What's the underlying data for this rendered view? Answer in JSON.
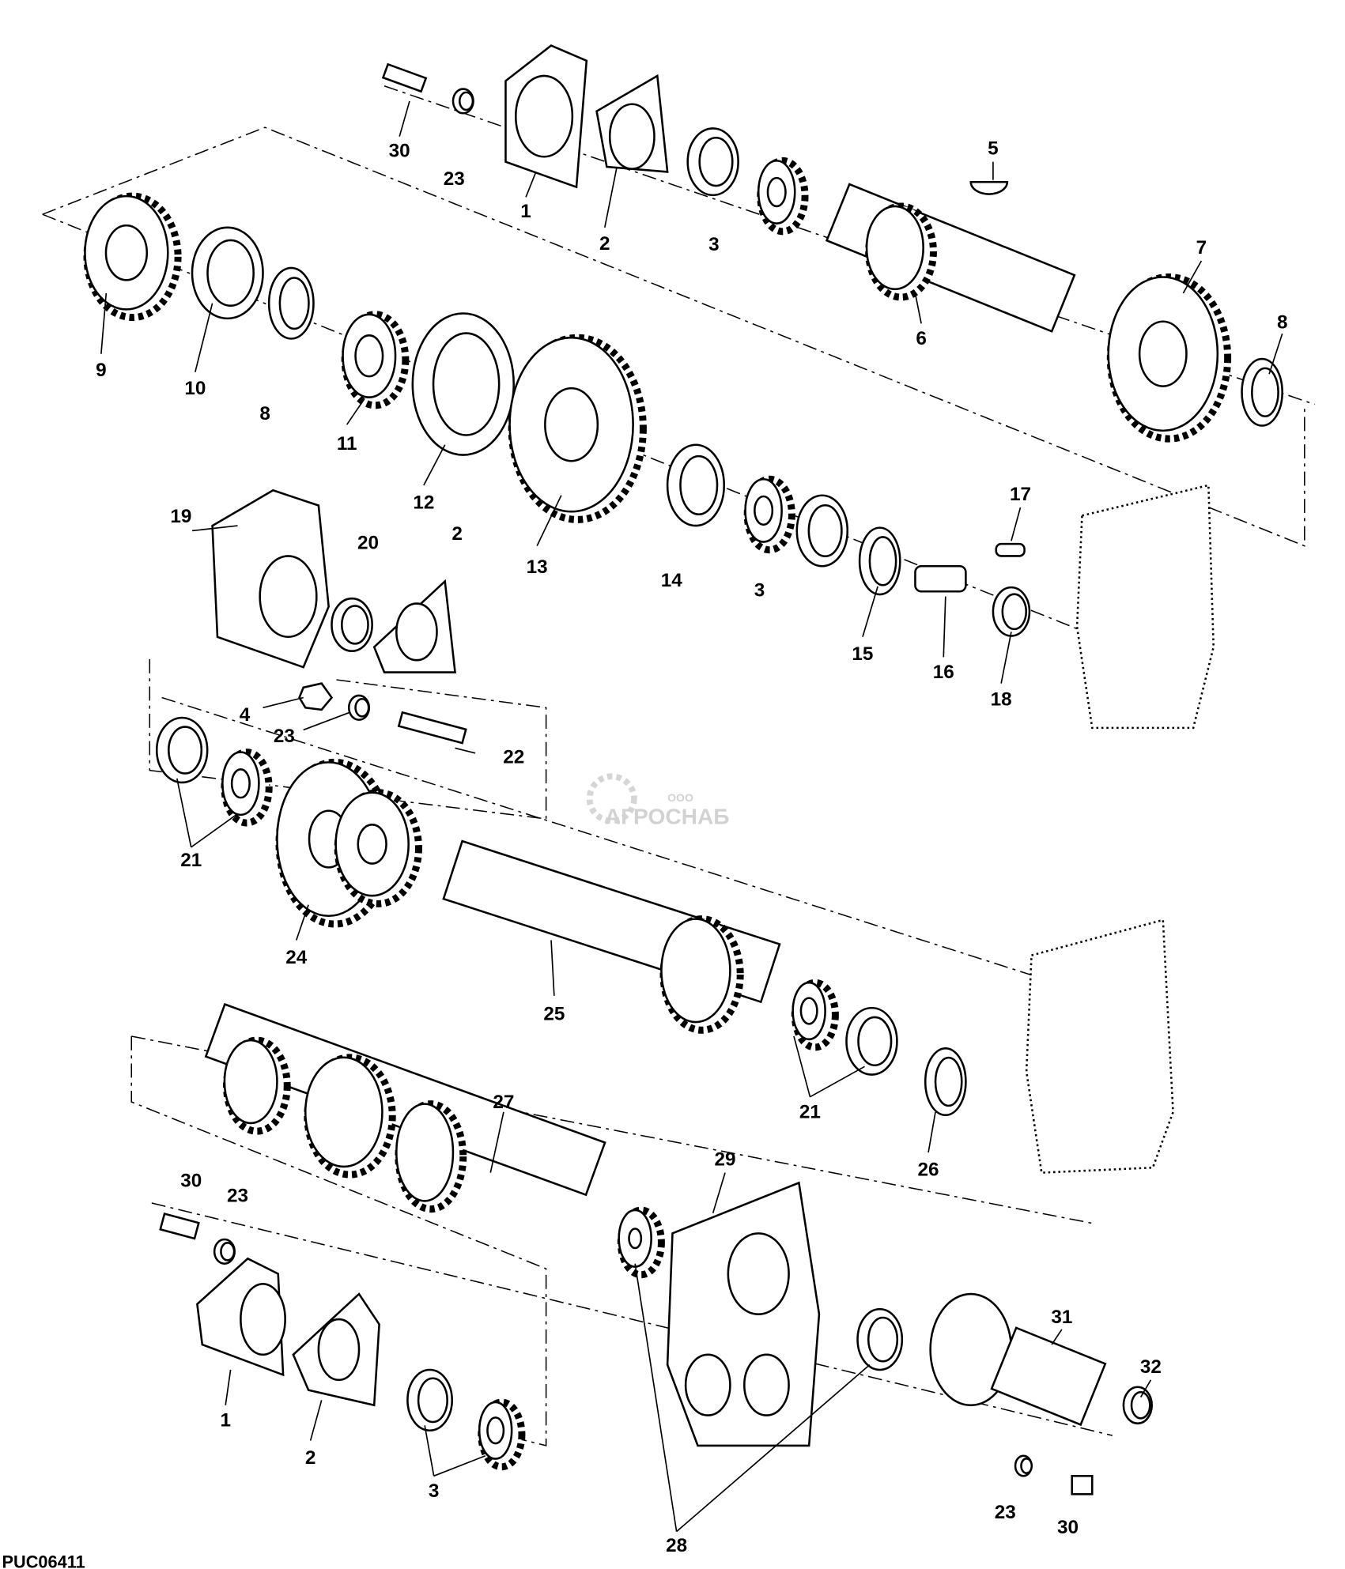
{
  "diagram": {
    "code": "PUC06411",
    "watermark": "АГРОСНАБ",
    "watermark_prefix": "ООО",
    "labels": [
      "30",
      "23",
      "1",
      "2",
      "3",
      "5",
      "9",
      "10",
      "8",
      "11",
      "12",
      "13",
      "6",
      "7",
      "8",
      "14",
      "3",
      "17",
      "15",
      "16",
      "18",
      "19",
      "20",
      "2",
      "4",
      "23",
      "22",
      "21",
      "24",
      "25",
      "21",
      "26",
      "27",
      "29",
      "30",
      "23",
      "31",
      "32",
      "1",
      "2",
      "3",
      "23",
      "30",
      "28"
    ]
  }
}
